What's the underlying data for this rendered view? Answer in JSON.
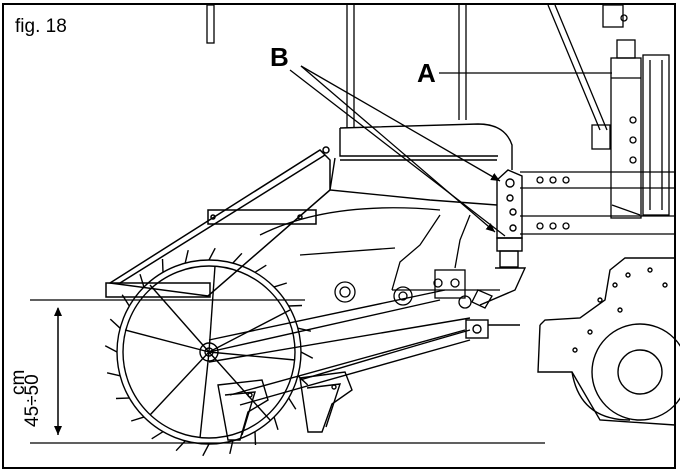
{
  "figure": {
    "number_label": "fig. 18",
    "callout_a": "A",
    "callout_b": "B",
    "dimension_value": "45÷50",
    "dimension_unit": "cm"
  }
}
